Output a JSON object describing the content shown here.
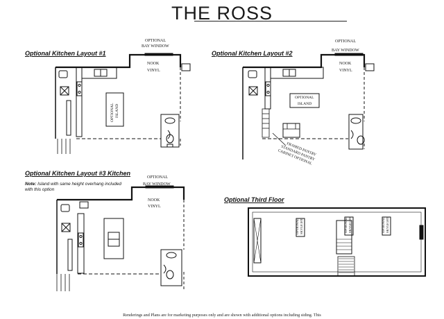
{
  "title": "THE ROSS",
  "sections": {
    "layout1": "Optional Kitchen Layout #1",
    "layout2": "Optional Kitchen Layout #2",
    "layout3": "Optional Kitchen Layout #3 Kitchen",
    "third_floor": "Optional Third Floor"
  },
  "note": {
    "label": "Note:",
    "text": "Island with same height overhang included with this option"
  },
  "labels": {
    "optional": "OPTIONAL",
    "bay_window": "BAY WINDOW",
    "nook": "NOOK",
    "vinyl": "VINYL",
    "island": "ISLAND",
    "skylight": "SKYLIGHT",
    "framed_pantry": "FRAMED PANTRY",
    "standard_pantry": "STANDARD PANTRY",
    "cabinet_optional": "CABINET OPTIONAL"
  },
  "footer": "Renderings and Plans are for marketing purposes only and are shown with additional options including siding.  This"
}
